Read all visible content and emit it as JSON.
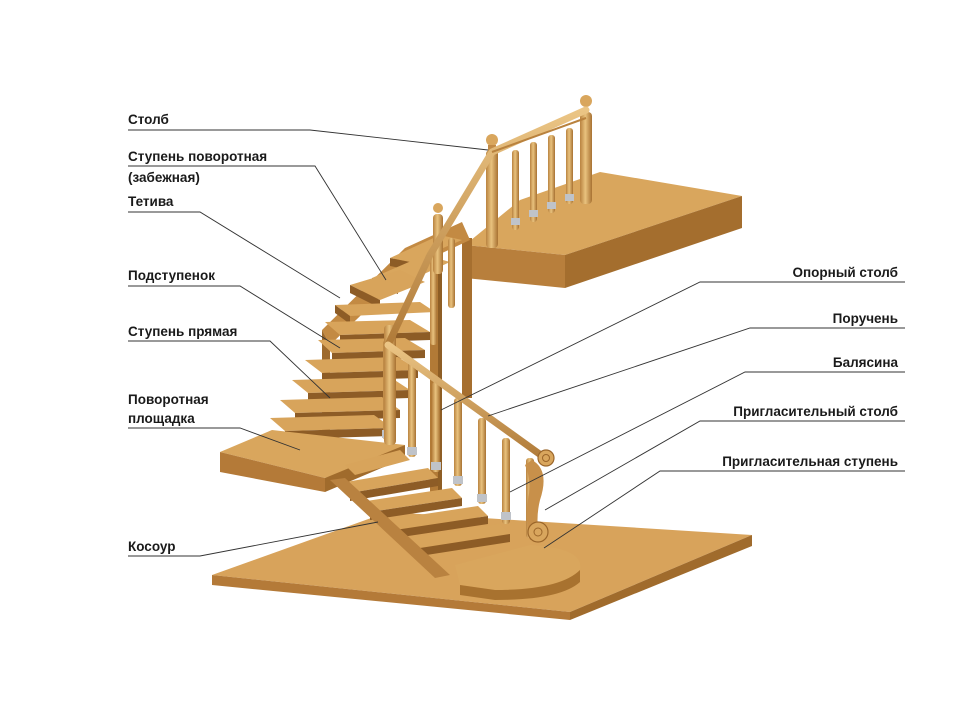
{
  "labels": {
    "stolb": "Столб",
    "stupen_povorotnaya_1": "Ступень поворотная",
    "stupen_povorotnaya_2": "(забежная)",
    "tetiva": "Тетива",
    "podstupenok": "Подступенок",
    "stupen_pryamaya": "Ступень прямая",
    "povorotnaya_ploshchadka_1": "Поворотная",
    "povorotnaya_ploshchadka_2": "площадка",
    "kosour": "Косоур",
    "opornyi_stolb": "Опорный столб",
    "poruchen": "Поручень",
    "balyasina": "Балясина",
    "priglasitelnyi_stolb": "Пригласительный столб",
    "priglasitelnaya_stupen": "Пригласительная ступень"
  },
  "colors": {
    "wood_top": "#D9A75E",
    "wood_front": "#B9823E",
    "wood_side": "#A2702F",
    "wood_dark": "#8C5E27",
    "floor_top": "#D7A25A",
    "floor_front": "#B47B39",
    "rail": "#D8AE66",
    "line": "#333333"
  }
}
